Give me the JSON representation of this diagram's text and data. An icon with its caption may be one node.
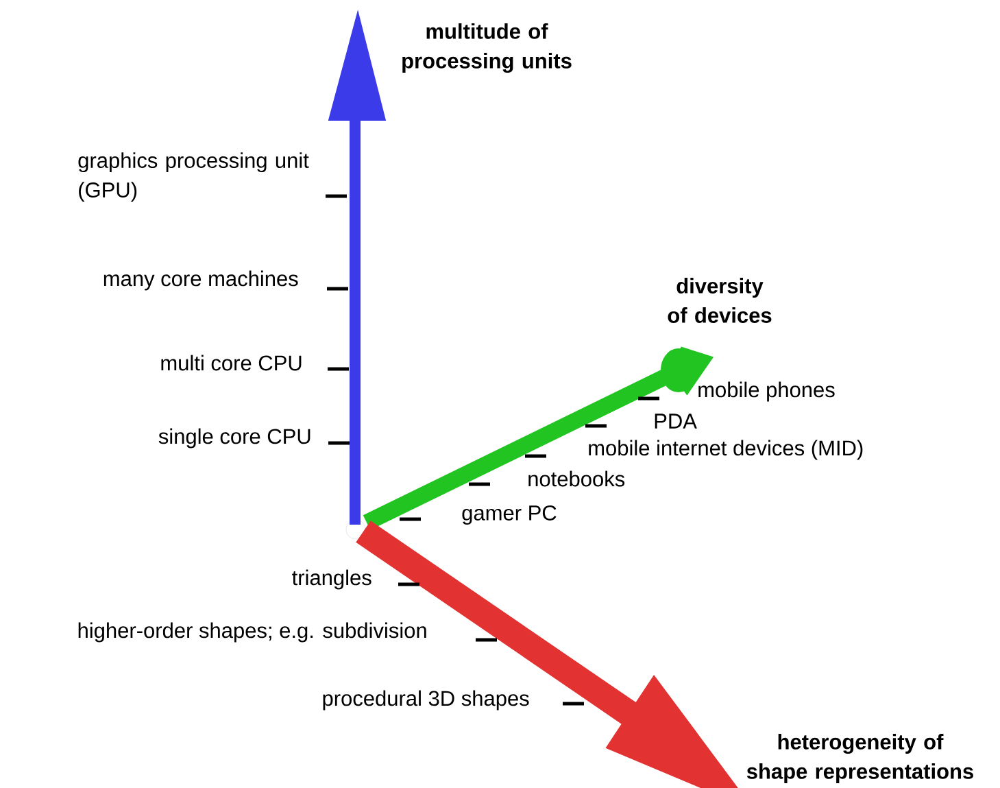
{
  "diagram": {
    "labels": [
      "multitude of processing units",
      "graphics processing unit (GPU)",
      "many core machines",
      "diversity of devices",
      "multi core CPU",
      "mobile phones",
      "PDA",
      "single core CPU",
      "mobile internet devices (MID)",
      "notebooks",
      "gamer PC",
      "triangles",
      "higher-order shapes; e.g. subdivision",
      "procedural 3D shapes",
      "heterogeneity of shape representations"
    ]
  }
}
